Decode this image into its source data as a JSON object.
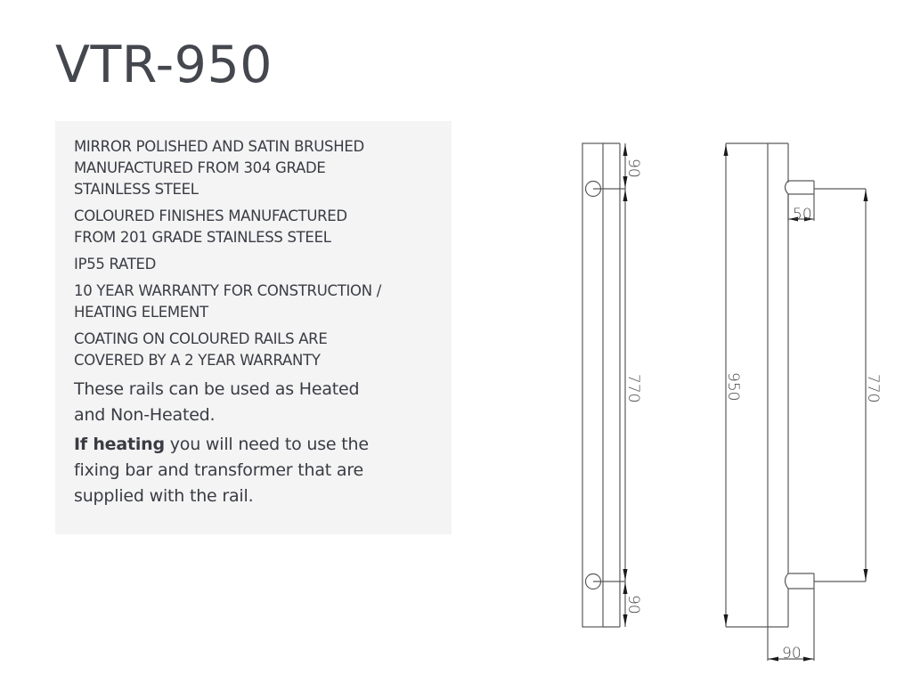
{
  "header": {
    "title": "VTR-950"
  },
  "specs": {
    "items": [
      {
        "lines": [
          "MIRROR POLISHED AND SATIN BRUSHED",
          "MANUFACTURED FROM 304 GRADE",
          "STAINLESS STEEL"
        ]
      },
      {
        "lines": [
          "COLOURED FINISHES MANUFACTURED",
          "FROM 201 GRADE STAINLESS STEEL"
        ]
      },
      {
        "lines": [
          "IP55 RATED"
        ]
      },
      {
        "lines": [
          "10 YEAR WARRANTY FOR CONSTRUCTION /",
          "HEATING ELEMENT"
        ]
      },
      {
        "lines": [
          "COATING ON COLOURED RAILS ARE",
          "COVERED BY A 2 YEAR WARRANTY"
        ]
      }
    ],
    "note1": {
      "lines": [
        "These rails can be used as Heated",
        "and Non-Heated."
      ]
    },
    "note2": {
      "bold": "If heating",
      "line1_rest": " you will need to use the",
      "line2": "fixing bar and transformer that are",
      "line3": "supplied with the rail."
    }
  },
  "drawing": {
    "front_view": {
      "dim_top": "90",
      "dim_middle": "770",
      "dim_bottom": "90"
    },
    "side_view": {
      "dim_overall_height": "950",
      "dim_bracket_depth": "50",
      "dim_bracket_spacing": "770",
      "dim_total_depth": "90"
    }
  }
}
